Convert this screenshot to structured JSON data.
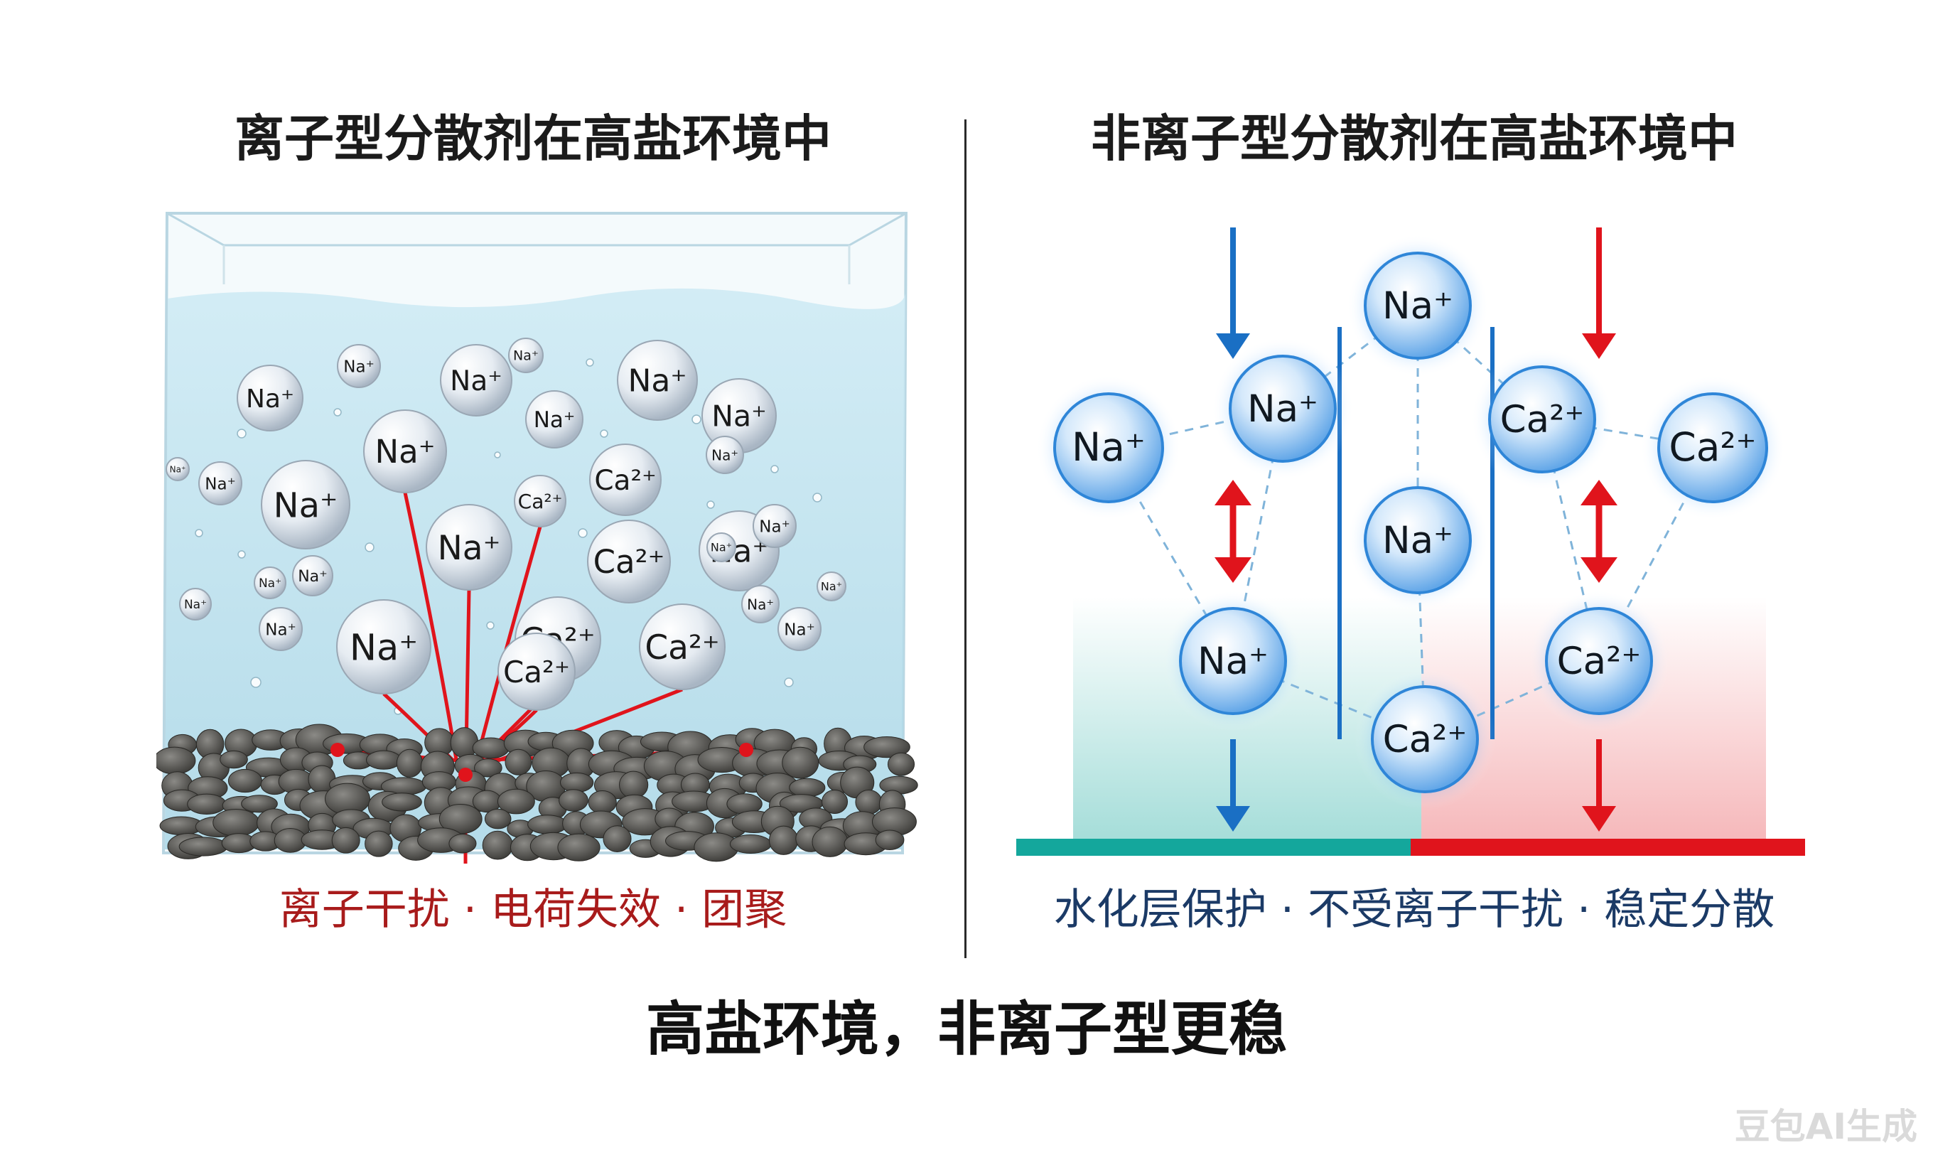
{
  "left_panel": {
    "title": "离子型分散剂在高盐环境中",
    "caption": "离子干扰 · 电荷失效 · 团聚",
    "ions": [
      {
        "label": "Na⁺"
      },
      {
        "label": "Na⁺"
      },
      {
        "label": "Na⁺"
      },
      {
        "label": "Na⁺"
      },
      {
        "label": "Na⁺"
      },
      {
        "label": "Ca²⁺"
      },
      {
        "label": "Na⁺"
      },
      {
        "label": "Na⁺"
      },
      {
        "label": "Na⁺"
      },
      {
        "label": "Na⁺"
      },
      {
        "label": "Na⁺"
      },
      {
        "label": "Ca²⁺"
      },
      {
        "label": "Na⁺"
      },
      {
        "label": "Na⁺"
      },
      {
        "label": "Ca²⁺"
      },
      {
        "label": "Ca²⁺"
      },
      {
        "label": "Na⁺"
      },
      {
        "label": "Ca²⁺"
      },
      {
        "label": "Ca²⁺"
      },
      {
        "label": "Na⁺"
      },
      {
        "label": "Na⁺"
      },
      {
        "label": "Na⁺"
      },
      {
        "label": "Na⁺"
      },
      {
        "label": "Na⁺"
      },
      {
        "label": "Na⁺"
      },
      {
        "label": "Na⁺"
      },
      {
        "label": "Na⁺"
      },
      {
        "label": "Na⁺"
      },
      {
        "label": "Na⁺"
      },
      {
        "label": "Na⁺"
      }
    ]
  },
  "right_panel": {
    "title": "非离子型分散剂在高盐环境中",
    "caption": "水化层保护 · 不受离子干扰 · 稳定分散",
    "ions": [
      {
        "label": "Na⁺"
      },
      {
        "label": "Na⁺"
      },
      {
        "label": "Na⁺"
      },
      {
        "label": "Ca²⁺"
      },
      {
        "label": "Ca²⁺"
      },
      {
        "label": "Na⁺"
      },
      {
        "label": "Na⁺"
      },
      {
        "label": "Ca²⁺"
      },
      {
        "label": "Ca²⁺"
      }
    ]
  },
  "footer": "高盐环境，非离子型更稳",
  "watermark": "豆包AI生成",
  "colors": {
    "red": "#e0141c",
    "blue": "#1a6fc4",
    "teal": "#14a79c",
    "caption_red": "#a81b1b",
    "caption_blue": "#1b3a66"
  }
}
